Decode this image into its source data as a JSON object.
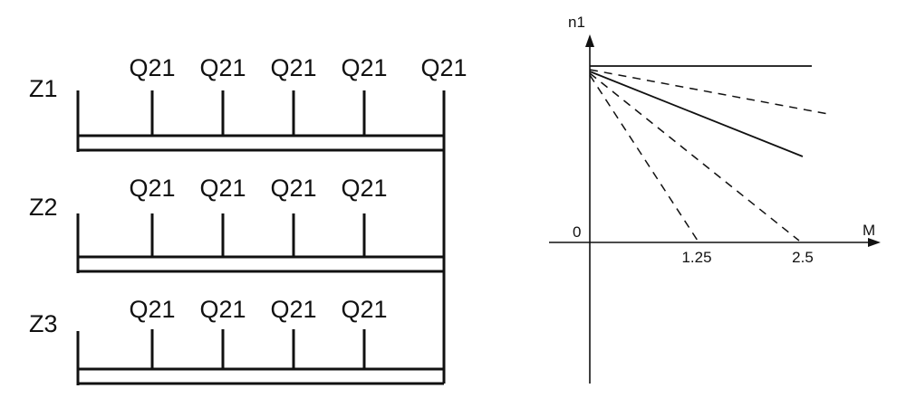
{
  "schematic": {
    "groups": [
      {
        "label": "Z1",
        "switches": [
          "Q21",
          "Q21",
          "Q21",
          "Q21",
          "Q21"
        ]
      },
      {
        "label": "Z2",
        "switches": [
          "Q21",
          "Q21",
          "Q21",
          "Q21"
        ]
      },
      {
        "label": "Z3",
        "switches": [
          "Q21",
          "Q21",
          "Q21",
          "Q21"
        ]
      }
    ]
  },
  "graph": {
    "y_axis_label": "n1",
    "x_axis_label": "M",
    "origin_label": "0",
    "x_ticks": [
      "1.25",
      "2.5"
    ],
    "lines": [
      {
        "style": "solid",
        "kind": "horizontal"
      },
      {
        "style": "dashed",
        "kind": "shallow"
      },
      {
        "style": "solid",
        "kind": "medium"
      },
      {
        "style": "dashed",
        "kind": "to-tick",
        "tick_index": 1
      },
      {
        "style": "dashed",
        "kind": "to-tick",
        "tick_index": 0
      }
    ]
  }
}
